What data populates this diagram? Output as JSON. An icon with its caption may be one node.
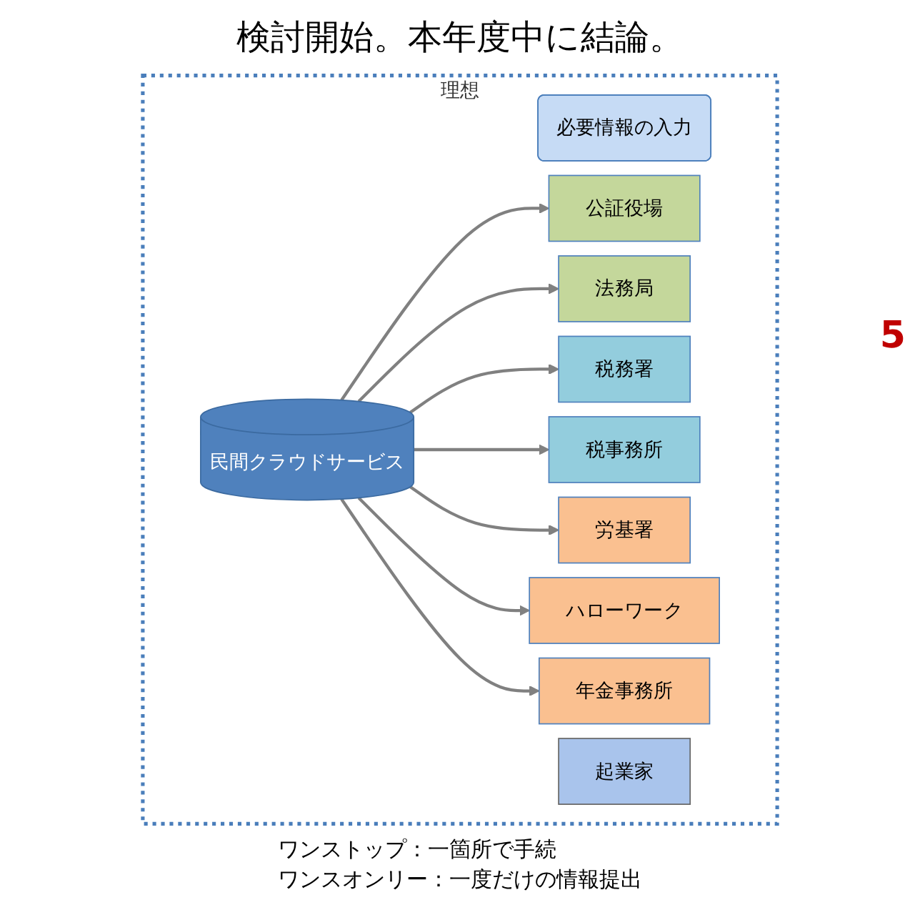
{
  "diagram": {
    "nodes": [
      {
        "text": [
          "理想"
        ]
      },
      {
        "text": [
          "必要情報の入力"
        ],
        "in": 0
      },
      {
        "text": [
          "起業家"
        ],
        "in": 0
      },
      {
        "text": [
          "民間クラウドサービス"
        ],
        "in": 0
      },
      {
        "text": [
          "公証役場"
        ],
        "in": 0
      },
      {
        "text": [
          "法務局"
        ],
        "in": 0
      },
      {
        "text": [
          "税務署"
        ],
        "in": 0
      },
      {
        "text": [
          "税事務所"
        ],
        "in": 0
      },
      {
        "text": [
          "労基署"
        ],
        "in": 0
      },
      {
        "text": [
          "ハローワーク"
        ],
        "in": 0
      },
      {
        "text": [
          "年金事務所"
        ],
        "in": 0
      }
    ],
    "edges": [
      {
        "from": 3,
        "to": 4,
        "arrow": "to"
      },
      {
        "from": 3,
        "to": 5,
        "arrow": "to"
      },
      {
        "from": 3,
        "to": 6,
        "arrow": "to"
      },
      {
        "from": 3,
        "to": 7,
        "arrow": "to"
      },
      {
        "from": 3,
        "to": 8,
        "arrow": "to"
      },
      {
        "from": 3,
        "to": 9,
        "arrow": "to"
      },
      {
        "from": 3,
        "to": 10,
        "arrow": "to"
      }
    ],
    "labels": [
      "検討開始。本年度中に結論。",
      "5",
      "ワンストップ：一箇所で手続",
      "ワンスオンリー：一度だけの情報提出"
    ]
  }
}
